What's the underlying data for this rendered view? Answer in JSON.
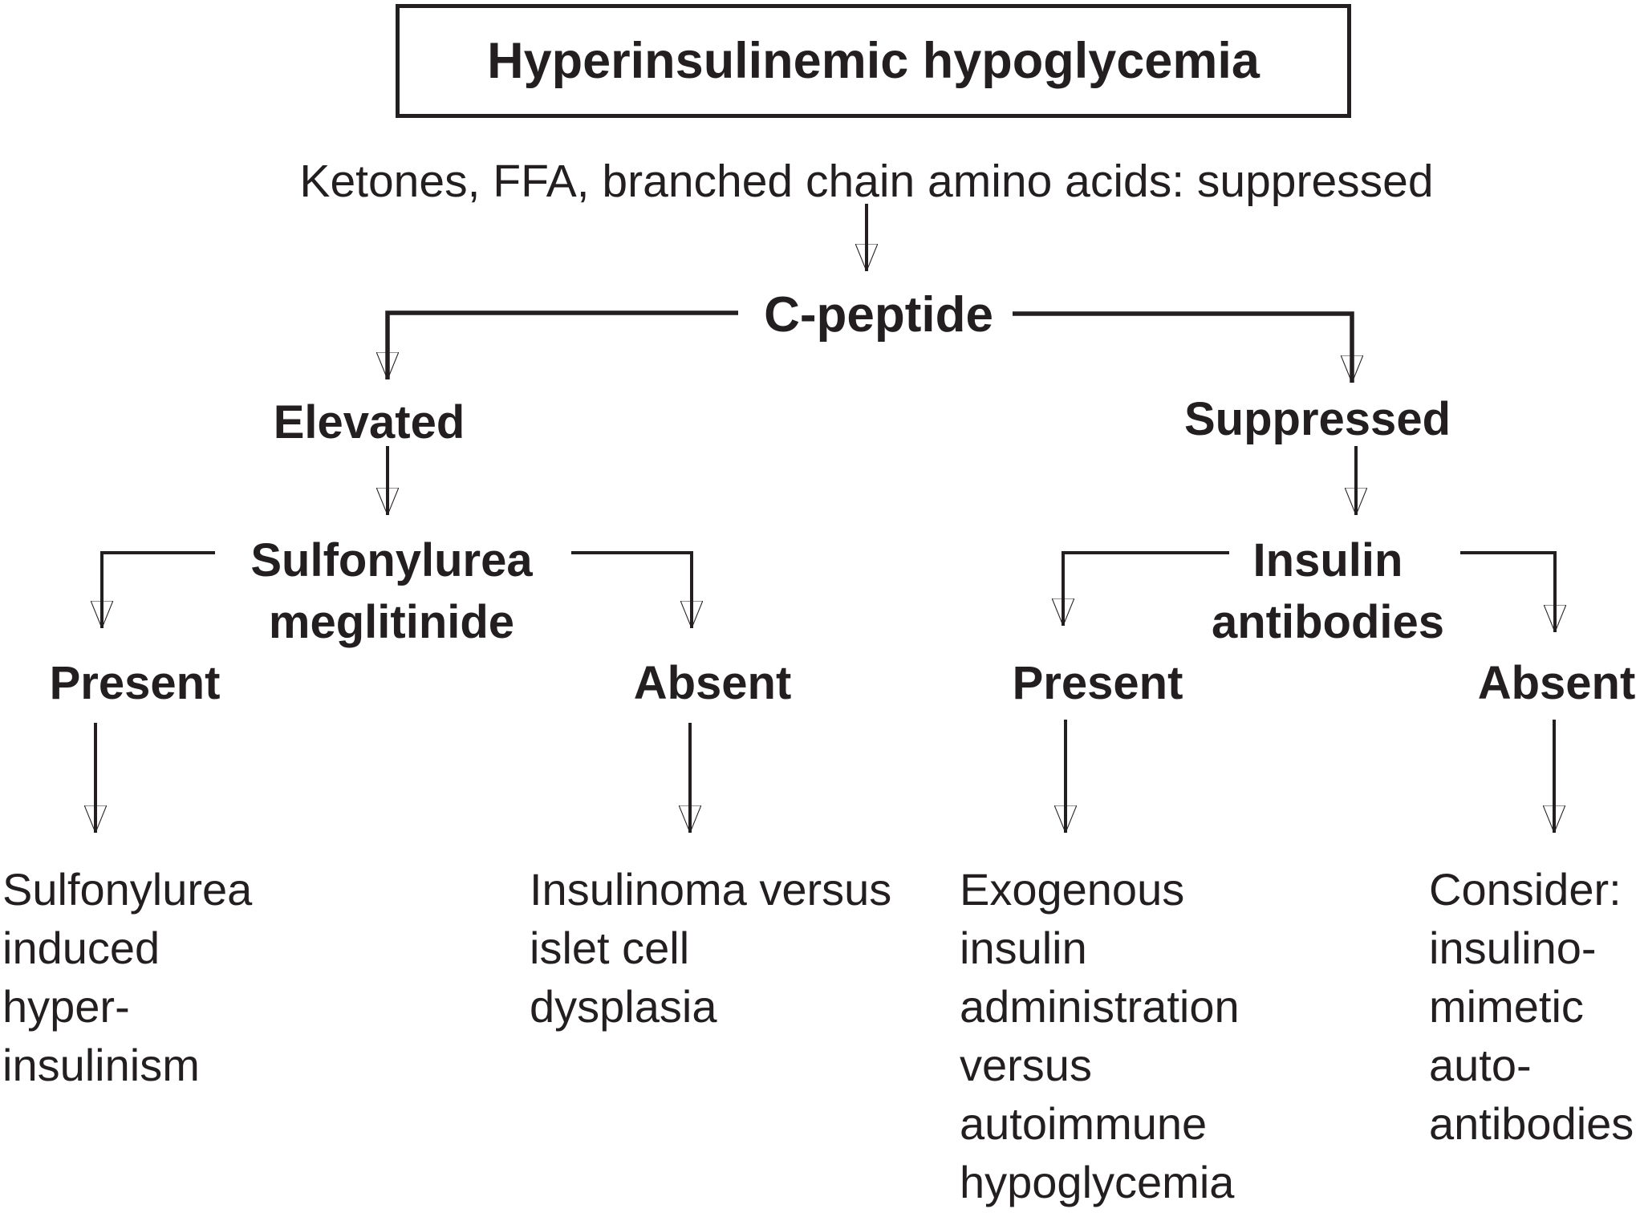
{
  "diagram": {
    "title": "Hyperinsulinemic hypoglycemia",
    "initial_finding": "Ketones, FFA, branched chain amino acids: suppressed",
    "root_test": "C-peptide",
    "left": {
      "result": "Elevated",
      "test": {
        "line1": "Sulfonylurea",
        "line2": "meglitinide"
      },
      "present": {
        "label": "Present",
        "diagnosis": [
          "Sulfonylurea",
          "induced",
          "hyper-",
          "insulinism"
        ]
      },
      "absent": {
        "label": "Absent",
        "diagnosis": [
          "Insulinoma versus",
          "islet cell",
          "dysplasia"
        ]
      }
    },
    "right": {
      "result": "Suppressed",
      "test": {
        "line1": "Insulin",
        "line2": "antibodies"
      },
      "present": {
        "label": "Present",
        "diagnosis": [
          "Exogenous",
          "insulin",
          "administration",
          "versus",
          "autoimmune",
          "hypoglycemia"
        ]
      },
      "absent": {
        "label": "Absent",
        "diagnosis": [
          "Consider:",
          "insulino-",
          "mimetic",
          "auto-",
          "antibodies"
        ]
      }
    },
    "colors": {
      "ink": "#231f20",
      "background": "#ffffff"
    }
  }
}
